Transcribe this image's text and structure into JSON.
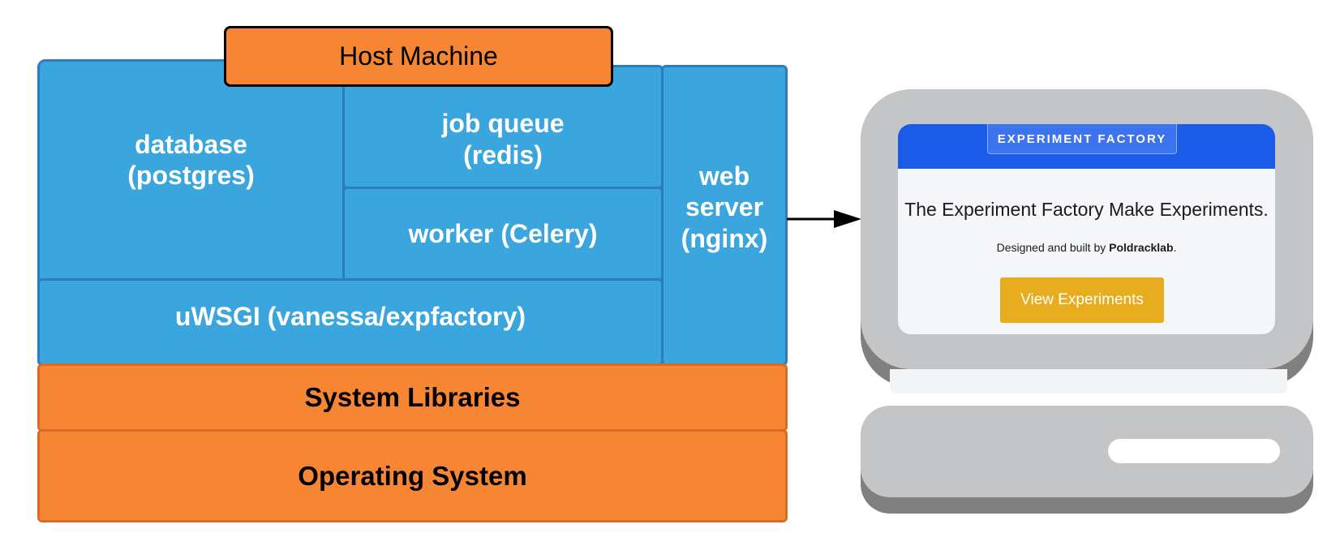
{
  "stack": {
    "host_machine": "Host Machine",
    "database": "database\n(postgres)",
    "job_queue": "job queue\n(redis)",
    "worker": "worker (Celery)",
    "web_server": "web\nserver\n(nginx)",
    "uwsgi": "uWSGI (vanessa/expfactory)",
    "system_libraries": "System Libraries",
    "operating_system": "Operating System"
  },
  "screen": {
    "brand": "EXPERIMENT FACTORY",
    "headline": "The Experiment Factory Make Experiments.",
    "byline_prefix": "Designed and built by ",
    "byline_author": "Poldracklab",
    "byline_suffix": ".",
    "button_label": "View Experiments"
  },
  "colors": {
    "container_blue": "#3ba5de",
    "host_orange": "#f68634",
    "screen_bar_blue": "#1a5be8",
    "button_gold": "#e7ad1f",
    "device_gray": "#c4c5c7"
  }
}
